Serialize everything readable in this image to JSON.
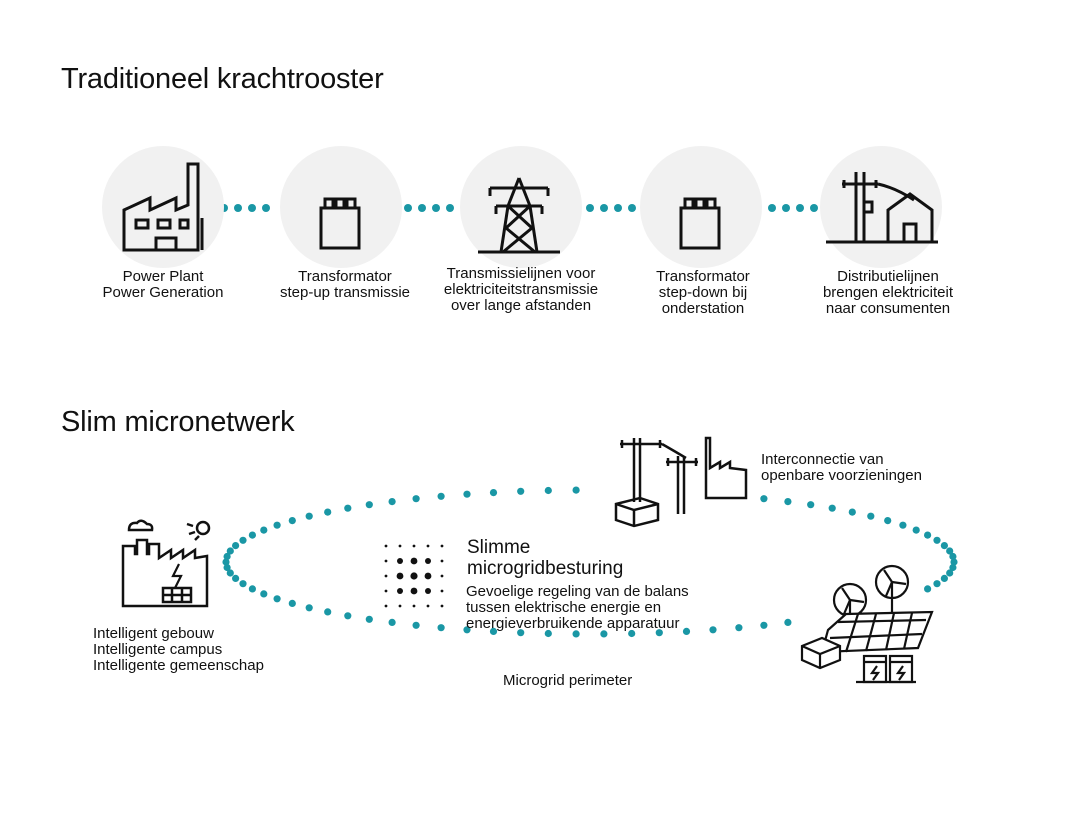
{
  "traditional": {
    "title": "Traditioneel krachtrooster",
    "steps": [
      {
        "icon": "factory-icon",
        "lines": [
          "Power Plant",
          "Power Generation"
        ]
      },
      {
        "icon": "transformer-icon",
        "lines": [
          "Transformator",
          "step-up transmissie"
        ]
      },
      {
        "icon": "transmission-tower-icon",
        "lines": [
          "Transmissielijnen voor",
          "elektriciteitstransmissie",
          "over lange afstanden"
        ]
      },
      {
        "icon": "transformer-icon",
        "lines": [
          "Transformator",
          "step-down bij",
          "onderstation"
        ]
      },
      {
        "icon": "distribution-house-icon",
        "lines": [
          "Distributielijnen",
          "brengen elektriciteit",
          "naar consumenten"
        ]
      }
    ]
  },
  "microgrid": {
    "title": "Slim micronetwerk",
    "utility_lines": [
      "Interconnectie van",
      "openbare voorzieningen"
    ],
    "building_lines": [
      "Intelligent gebouw",
      "Intelligente campus",
      "Intelligente gemeenschap"
    ],
    "perimeter_label": "Microgrid perimeter",
    "control_title_lines": [
      "Slimme",
      "microgridbesturing"
    ],
    "control_desc_lines": [
      "Gevoelige regeling van de balans",
      "tussen elektrische energie en",
      "energieverbruikende apparatuur"
    ]
  },
  "colors": {
    "accent": "#1a97a5",
    "circle": "#f1f1f1",
    "icon": "#111111"
  }
}
